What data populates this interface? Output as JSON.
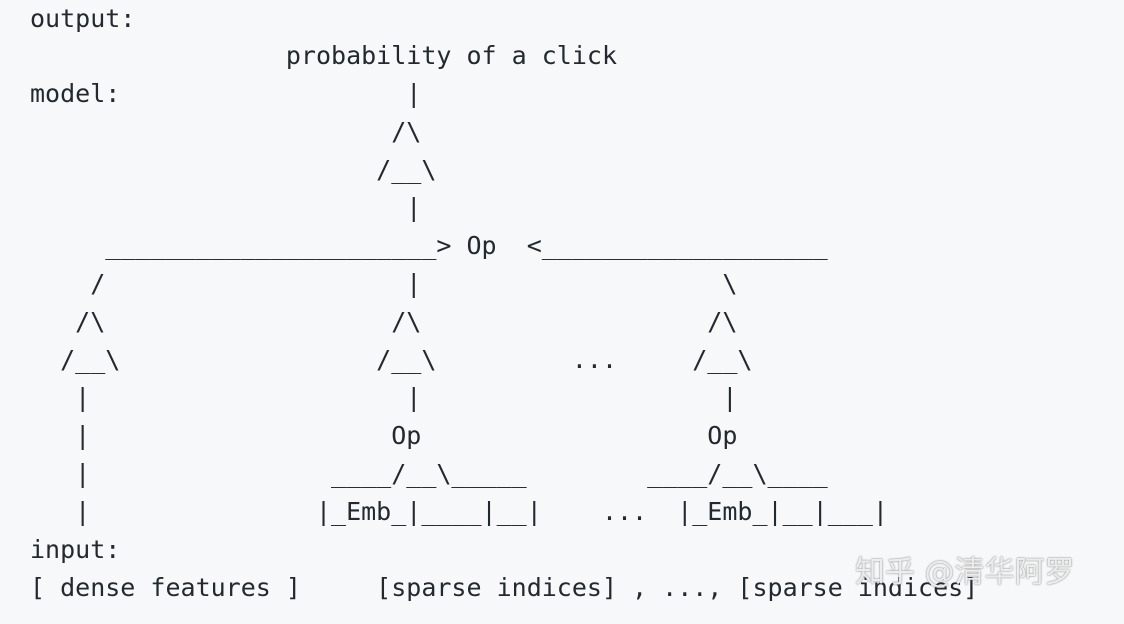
{
  "diagram": {
    "lines": [
      "output:",
      "                 probability of a click",
      "model:                   |",
      "                        /\\",
      "                       /__\\",
      "                         |",
      "     ______________________> Op  <___________________",
      "    /                    |                    \\",
      "   /\\                   /\\                   /\\",
      "  /__\\                 /__\\         ...     /__\\",
      "   |                     |                    |",
      "   |                    Op                   Op",
      "   |                ____/__\\_____        ____/__\\____",
      "   |               |_Emb_|____|__|    ...  |_Emb_|__|___|",
      "input:",
      "[ dense features ]     [sparse indices] , ..., [sparse indices]"
    ]
  },
  "watermark": {
    "text": "知乎 @清华阿罗"
  }
}
